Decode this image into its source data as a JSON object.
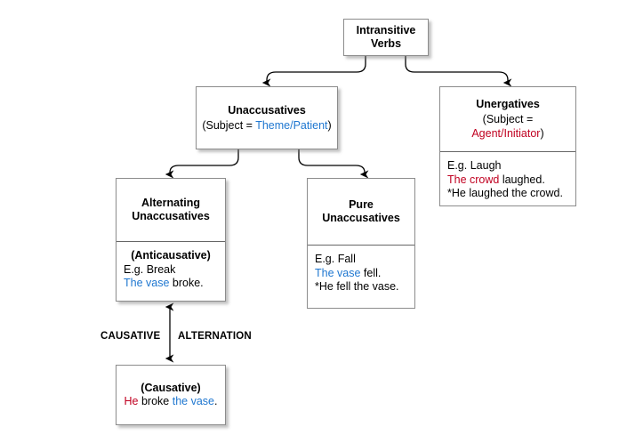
{
  "diagram": {
    "type": "tree",
    "title_text": "Intransitive Verbs classification tree",
    "colors": {
      "box_border": "#8c8c8c",
      "divider": "#666666",
      "connector": "#000000",
      "theme_patient": "#1f77d0",
      "agent_initiator": "#c00020",
      "background": "#ffffff"
    },
    "nodes": {
      "root": {
        "title_line1": "Intransitive",
        "title_line2": "Verbs"
      },
      "unaccusatives": {
        "title": "Unaccusatives",
        "subtitle_prefix": "(Subject = ",
        "subtitle_role": "Theme/Patient",
        "subtitle_suffix": ")"
      },
      "unergatives": {
        "title": "Unergatives",
        "subtitle_prefix": "(Subject = ",
        "subtitle_role": "Agent/Initiator",
        "subtitle_suffix": ")",
        "body_line1": "E.g. Laugh",
        "body_line2_colored": "The crowd",
        "body_line2_rest": " laughed.",
        "body_line3": "*He laughed the crowd."
      },
      "alternating": {
        "title_line1": "Alternating",
        "title_line2": "Unaccusatives",
        "body_heading": "(Anticausative)",
        "body_line1": "E.g. Break",
        "body_line2_colored": "The vase",
        "body_line2_rest": " broke."
      },
      "pure": {
        "title_line1": "Pure",
        "title_line2": "Unaccusatives",
        "body_line1": "E.g. Fall",
        "body_line2_colored": "The vase",
        "body_line2_rest": " fell.",
        "body_line3": "*He fell the vase."
      },
      "causative": {
        "heading": "(Causative)",
        "sentence_subject": "He",
        "sentence_verb": " broke ",
        "sentence_object": "the vase",
        "sentence_period": "."
      }
    },
    "edge_labels": {
      "causative_left": "CAUSATIVE",
      "alternation_right": "ALTERNATION"
    }
  }
}
